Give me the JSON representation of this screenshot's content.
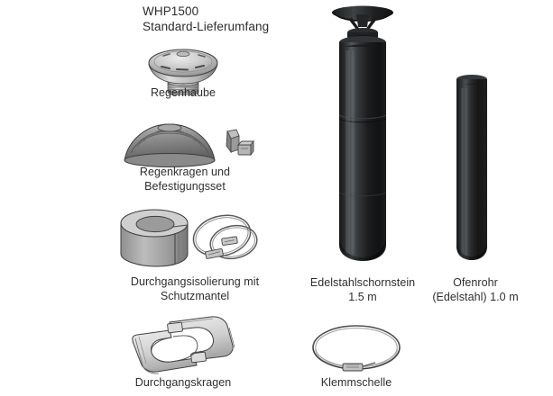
{
  "header": {
    "product_code": "WHP1500",
    "subtitle": "Standard-Lieferumfang"
  },
  "colors": {
    "background": "#ffffff",
    "text": "#2e2e2e",
    "pipe_dark": "#1c1c1c",
    "pipe_highlight": "#55585a",
    "metal_light": "#d9d9d9",
    "metal_mid": "#9a9a9a",
    "metal_dark": "#6e6e6e",
    "outline": "#3a3a3a"
  },
  "items": [
    {
      "id": "regenhaube",
      "label": "Regenhaube",
      "icon": "rain-cap-icon",
      "column": "left",
      "lines": [
        "Regenhaube"
      ]
    },
    {
      "id": "regenkragen",
      "label": "Regenkragen und Befestigungsset",
      "icon": "rain-collar-icon",
      "column": "left",
      "lines": [
        "Regenkragen und",
        "Befestigungsset"
      ]
    },
    {
      "id": "durchgangsisolierung",
      "label": "Durchgangsisolierung mit Schutzmantel",
      "icon": "insulation-sleeve-icon",
      "column": "left",
      "lines": [
        "Durchgangsisolierung mit",
        "Schutzmantel"
      ]
    },
    {
      "id": "durchgangskragen",
      "label": "Durchgangskragen",
      "icon": "passage-collar-icon",
      "column": "left",
      "lines": [
        "Durchgangskragen"
      ]
    },
    {
      "id": "edelstahlschornstein",
      "label": "Edelstahlschornstein 1.5 m",
      "icon": "stainless-chimney-icon",
      "column": "center",
      "lines": [
        "Edelstahlschornstein",
        "1.5 m"
      ],
      "length": "1.5 m"
    },
    {
      "id": "ofenrohr",
      "label": "Ofenrohr (Edelstahl) 1.0 m",
      "icon": "stove-pipe-icon",
      "column": "right",
      "lines": [
        "Ofenrohr",
        "(Edelstahl) 1.0 m"
      ],
      "length": "1.0 m"
    },
    {
      "id": "klemmschelle",
      "label": "Klemmschelle",
      "icon": "clamp-ring-icon",
      "column": "center",
      "lines": [
        "Klemmschelle"
      ]
    }
  ],
  "captions": {
    "regenhaube_l1": "Regenhaube",
    "regenkragen_l1": "Regenkragen und",
    "regenkragen_l2": "Befestigungsset",
    "isolierung_l1": "Durchgangsisolierung mit",
    "isolierung_l2": "Schutzmantel",
    "kragen_l1": "Durchgangskragen",
    "schornstein_l1": "Edelstahlschornstein",
    "schornstein_l2": "1.5 m",
    "ofenrohr_l1": "Ofenrohr",
    "ofenrohr_l2": "(Edelstahl) 1.0 m",
    "klemmschelle_l1": "Klemmschelle"
  }
}
